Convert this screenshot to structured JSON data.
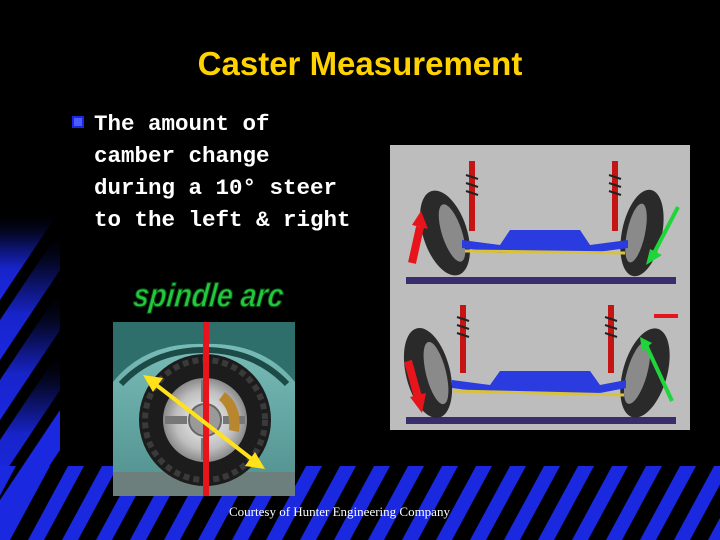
{
  "slide": {
    "title": "Caster Measurement",
    "bullet_lines": [
      "The amount of",
      "camber change",
      "during a 10° steer",
      "to the left & right"
    ],
    "spindle_label": "spindle arc",
    "courtesy": "Courtesy of Hunter Engineering Company"
  },
  "colors": {
    "background": "#000000",
    "title": "#ffd200",
    "stripe_blue": "#1a28e0",
    "bullet_blue": "#1a28e0",
    "label_green": "#23c93c",
    "arrow_red": "#e8141c",
    "arrow_green": "#1fd63a",
    "arc_arrow_yellow": "#ffe21a",
    "axle_blue": "#2a3be0"
  },
  "icons": {
    "bullet": "diamond-bullet-icon"
  }
}
